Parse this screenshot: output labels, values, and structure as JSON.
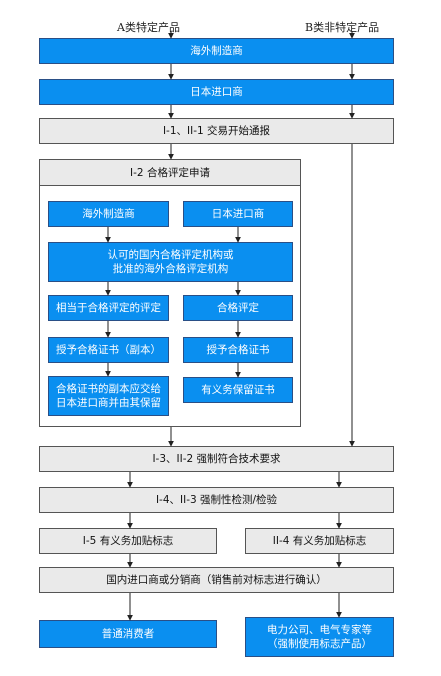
{
  "header": {
    "a_label": "A类特定产品",
    "b_label": "B类非特定产品"
  },
  "boxes": {
    "overseas_manufacturer": "海外制造商",
    "japan_importer": "日本进口商",
    "notification": "I-1、II-1 交易开始通报",
    "conformity_title": "I-2 合格评定申请",
    "inner_overseas": "海外制造商",
    "inner_importer": "日本进口商",
    "accredited_bodies_line1": "认可的国内合格评定机构或",
    "accredited_bodies_line2": "批准的海外合格评定机构",
    "equivalent_assessment": "相当于合格评定的评定",
    "conformity_assessment": "合格评定",
    "grant_copy": "授予合格证书（副本）",
    "grant_certificate": "授予合格证书",
    "copy_submit_line1": "合格证书的副本应交给",
    "copy_submit_line2": "日本进口商并由其保留",
    "retain_certificate": "有义务保留证书",
    "tech_requirements": "I-3、II-2 强制符合技术要求",
    "mandatory_inspection": "I-4、II-3 强制性检测/检验",
    "mark_a": "I-5 有义务加贴标志",
    "mark_b": "II-4 有义务加贴标志",
    "distributor": "国内进口商或分销商（销售前对标志进行确认）",
    "consumers": "普通消费者",
    "professionals_line1": "电力公司、电气专家等",
    "professionals_line2": "（强制使用标志产品）"
  },
  "colors": {
    "blue": "#0a8ff0",
    "gray": "#eaeaea",
    "border": "#555555"
  }
}
